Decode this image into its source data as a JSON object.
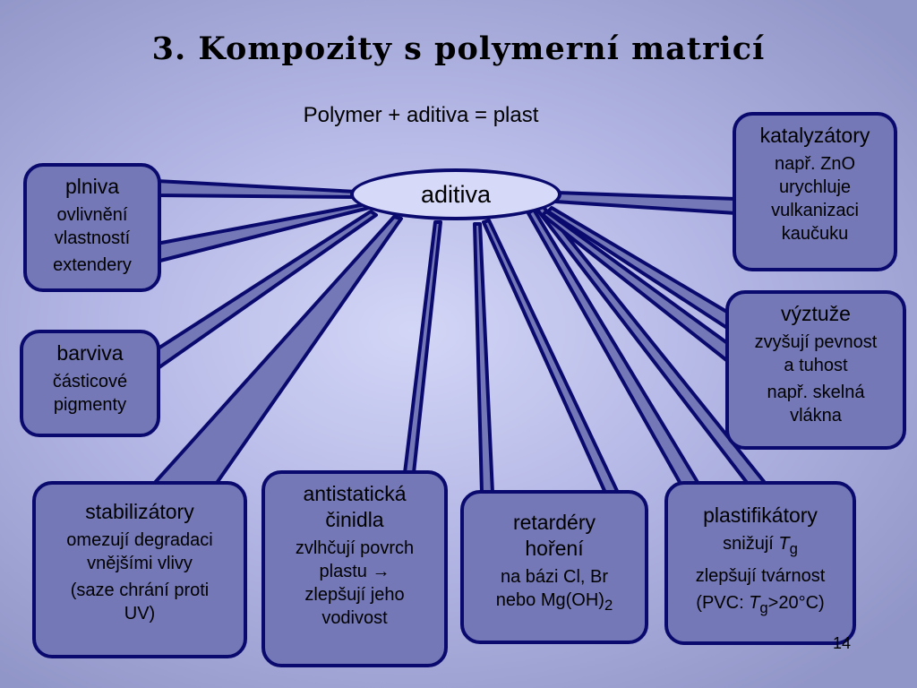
{
  "slide": {
    "title": "3. Kompozity s polymerní matricí",
    "subtitle": "Polymer + aditiva = plast",
    "page_number": "14"
  },
  "colors": {
    "box_fill": "#7478b6",
    "box_border": "#0a0a6e",
    "hub_fill": "#d6d9f7"
  },
  "hub": {
    "label": "aditiva"
  },
  "boxes": {
    "plniva": {
      "head": "plniva",
      "line1": "ovlivnění",
      "line2": "vlastností",
      "line3": "extendery"
    },
    "barviva": {
      "head": "barviva",
      "line1": "částicové",
      "line2": "pigmenty"
    },
    "stabilizatory": {
      "head": "stabilizátory",
      "line1": "omezují degradaci",
      "line2": "vnějšími vlivy",
      "line3": "(saze chrání proti",
      "line4": "UV)"
    },
    "antistaticka": {
      "head1": "antistatická",
      "head2": "činidla",
      "line1": "zvlhčují povrch",
      "line2": "plastu →",
      "line3": "zlepšují jeho",
      "line4": "vodivost"
    },
    "retardery": {
      "head1": "retardéry",
      "head2": "hoření",
      "line1": "na bázi Cl, Br",
      "line2_main": "nebo Mg(OH)",
      "line2_sub": "2"
    },
    "plastifikatory": {
      "head": "plastifikátory",
      "line1_pre": "snižují ",
      "line1_var": "T",
      "line1_sub": "g",
      "line2": "zlepšují tvárnost",
      "line3_pre": "(PVC: ",
      "line3_var": "T",
      "line3_sub": "g",
      "line3_post": ">20°C)"
    },
    "katalyzatory": {
      "head": "katalyzátory",
      "line1": "např. ZnO",
      "line2": "urychluje",
      "line3": "vulkanizaci",
      "line4": "kaučuku"
    },
    "vyztuze": {
      "head": "výztuže",
      "line1": "zvyšují pevnost",
      "line2": "a tuhost",
      "line3": "např. skelná",
      "line4": "vlákna"
    }
  }
}
